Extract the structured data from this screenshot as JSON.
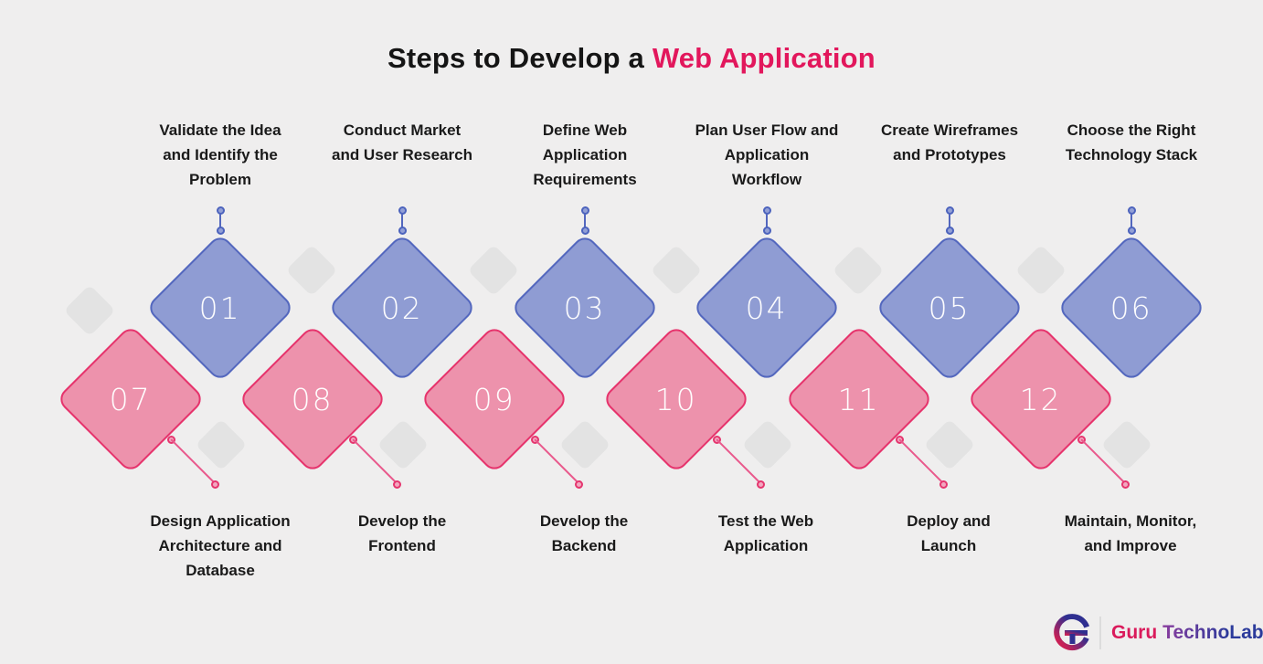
{
  "title": {
    "text_black": "Steps to Develop a ",
    "text_accent": "Web Application"
  },
  "colors": {
    "background": "#EFEEEE",
    "accent": "#E2175C",
    "blue_fill": "#8F9CD3",
    "blue_border": "#5367BE",
    "pink_fill": "#ED92AC",
    "pink_border": "#E6336C",
    "decor_gray": "#E3E3E3",
    "label_text": "#1A1A1A"
  },
  "steps": [
    {
      "number": "01",
      "label_lines": [
        "Validate the Idea",
        "and Identify the",
        "Problem"
      ]
    },
    {
      "number": "02",
      "label_lines": [
        "Conduct Market",
        "and User Research"
      ]
    },
    {
      "number": "03",
      "label_lines": [
        "Define Web",
        "Application",
        "Requirements"
      ]
    },
    {
      "number": "04",
      "label_lines": [
        "Plan User Flow and",
        "Application",
        "Workflow"
      ]
    },
    {
      "number": "05",
      "label_lines": [
        "Create Wireframes",
        "and Prototypes"
      ]
    },
    {
      "number": "06",
      "label_lines": [
        "Choose the Right",
        "Technology Stack"
      ]
    },
    {
      "number": "07",
      "label_lines": [
        "Design Application",
        "Architecture and",
        "Database"
      ]
    },
    {
      "number": "08",
      "label_lines": [
        "Develop the",
        "Frontend"
      ]
    },
    {
      "number": "09",
      "label_lines": [
        "Develop the",
        "Backend"
      ]
    },
    {
      "number": "10",
      "label_lines": [
        "Test the Web",
        "Application"
      ]
    },
    {
      "number": "11",
      "label_lines": [
        "Deploy and",
        "Launch"
      ]
    },
    {
      "number": "12",
      "label_lines": [
        "Maintain, Monitor,",
        "and Improve"
      ]
    }
  ],
  "logo": {
    "brand_primary": "Guru",
    "brand_secondary": "TechnoLabs"
  }
}
